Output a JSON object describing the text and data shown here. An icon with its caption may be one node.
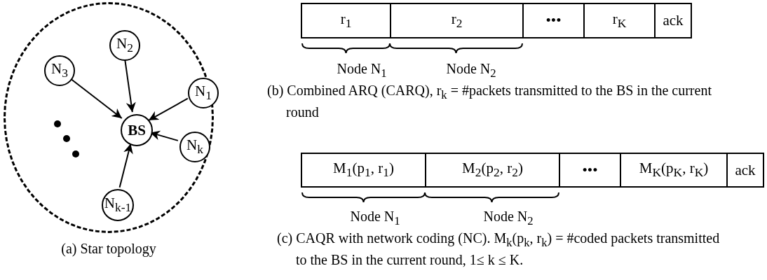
{
  "diagram": {
    "nodes": [
      {
        "text": [],
        "shape": "circle"
      },
      {
        "text": [
          "N$_{2}$"
        ],
        "in": 0
      },
      {
        "text": [
          "N$_{3}$"
        ],
        "in": 0
      },
      {
        "text": [
          "N$_{1}$"
        ],
        "in": 0
      },
      {
        "text": [
          "BS"
        ],
        "in": 0
      },
      {
        "text": [
          "N$_{k}$"
        ],
        "in": 0
      },
      {
        "text": [
          "N$_{k-1}$"
        ],
        "in": 0
      },
      {
        "text": [
          "r$_{1}$"
        ]
      },
      {
        "text": [
          "r$_{2}$"
        ]
      },
      {
        "text": [
          "•••"
        ]
      },
      {
        "text": [
          "r$_{K}$"
        ]
      },
      {
        "text": [
          "ack"
        ]
      },
      {
        "text": [
          "M$_{1}$(p$_{1}$, r$_{1}$)"
        ]
      },
      {
        "text": [
          "M$_{2}$(p$_{2}$, r$_{2}$)"
        ]
      },
      {
        "text": [
          "•••"
        ]
      },
      {
        "text": [
          "M$_{K}$(p$_{K}$, r$_{K}$)"
        ]
      },
      {
        "text": [
          "ack"
        ]
      }
    ],
    "edges": [
      {
        "from": 1,
        "to": 4,
        "arrow": "to"
      },
      {
        "from": 2,
        "to": 4,
        "arrow": "to"
      },
      {
        "from": 3,
        "to": 4,
        "arrow": "to"
      },
      {
        "from": 5,
        "to": 4,
        "arrow": "to"
      },
      {
        "from": 6,
        "to": 4,
        "arrow": "to"
      }
    ],
    "labels": [
      "(a) Star topology",
      "Node N$_{1}$",
      "Node N$_{2}$",
      "(b) Combined ARQ (CARQ), r$_{k}$ = #packets transmitted to the BS in the current round",
      "Node N$_{1}$",
      "Node N$_{2}$",
      "(c) CAQR with network coding (NC). M$_{k}$(p$_{k}$, r$_{k}$) = #coded packets transmitted to the BS in the current round, 1≤ k ≤ K."
    ]
  }
}
